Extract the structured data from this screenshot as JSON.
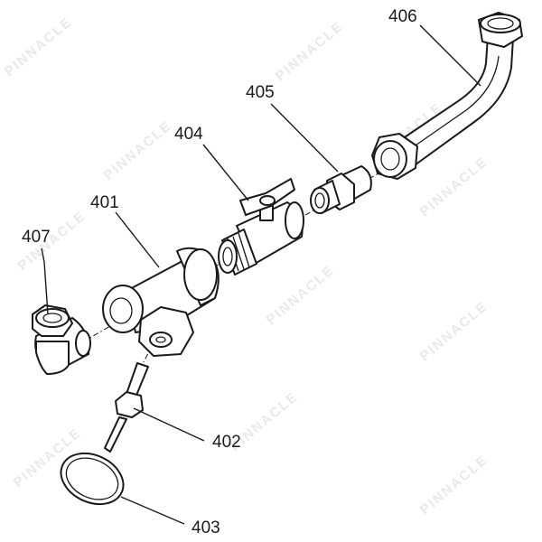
{
  "watermark": {
    "text": "PINNACLE"
  },
  "parts": {
    "p401": {
      "number": "401"
    },
    "p402": {
      "number": "402"
    },
    "p403": {
      "number": "403"
    },
    "p404": {
      "number": "404"
    },
    "p405": {
      "number": "405"
    },
    "p406": {
      "number": "406"
    },
    "p407": {
      "number": "407"
    }
  }
}
